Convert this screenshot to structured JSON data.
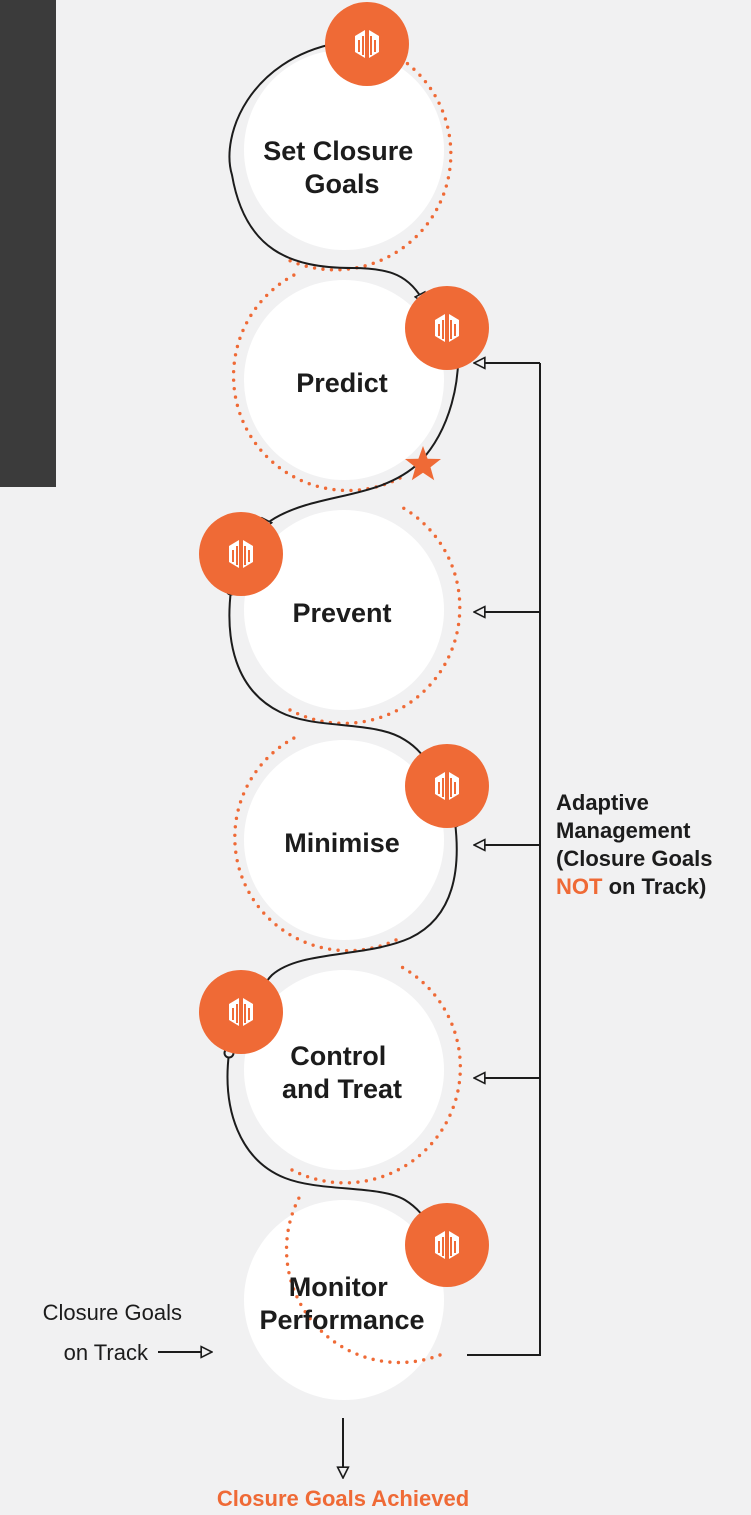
{
  "colors": {
    "accent": "#ef6a36",
    "line": "#1c1c1c",
    "background": "#f1f1f2",
    "sidebar": "#3b3b3b"
  },
  "stages": [
    {
      "id": "set-closure-goals",
      "lines": [
        "Set Closure",
        "Goals"
      ]
    },
    {
      "id": "predict",
      "lines": [
        "Predict"
      ]
    },
    {
      "id": "prevent",
      "lines": [
        "Prevent"
      ]
    },
    {
      "id": "minimise",
      "lines": [
        "Minimise"
      ]
    },
    {
      "id": "control-and-treat",
      "lines": [
        "Control",
        "and Treat"
      ]
    },
    {
      "id": "monitor-performance",
      "lines": [
        "Monitor",
        "Performance"
      ]
    }
  ],
  "adaptive": {
    "line1": "Adaptive",
    "line2": "Management",
    "line3": "(Closure Goals",
    "line4_accent": "NOT",
    "line4_rest": " on Track)"
  },
  "on_track": {
    "line1": "Closure Goals",
    "line2": "on Track"
  },
  "achieved": "Closure Goals Achieved",
  "icon_name": "mine-logo-icon"
}
